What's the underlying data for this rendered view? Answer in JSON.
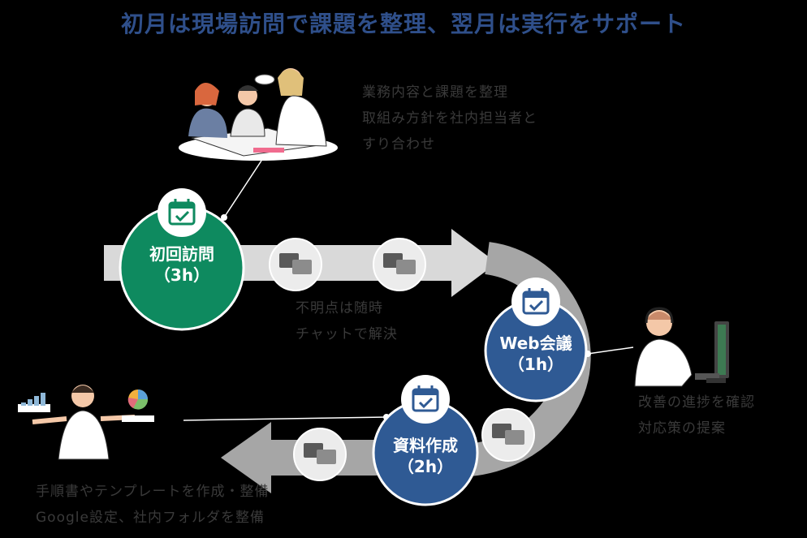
{
  "title": "初月は現場訪問で課題を整理、翌月は実行をサポート",
  "colors": {
    "green": "#0e8a5f",
    "blue": "#2f5a94",
    "arrow": "#d9d9d9",
    "arrow_dark": "#a6a6a6",
    "text_dark": "#3a3a3a"
  },
  "steps": {
    "visit": {
      "name": "初回訪問",
      "duration": "（3h）",
      "icon": "calendar-check-icon"
    },
    "web": {
      "name": "Web会議",
      "duration": "（1h）",
      "icon": "calendar-check-icon"
    },
    "docs": {
      "name": "資料作成",
      "duration": "（2h）",
      "icon": "calendar-check-icon"
    }
  },
  "notes": {
    "visit": [
      "業務内容と課題を整理",
      "取組み方針を社内担当者と",
      "すり合わせ"
    ],
    "chat": [
      "不明点は随時",
      "チャットで解決"
    ],
    "web": [
      "改善の進捗を確認",
      "対応策の提案"
    ],
    "docs": [
      "手順書やテンプレートを作成・整備",
      "Google設定、社内フォルダを整備"
    ]
  },
  "icons": [
    "chat-bubble-icon",
    "team-meeting-illustration",
    "headset-operator-illustration",
    "presenter-with-charts-illustration"
  ]
}
